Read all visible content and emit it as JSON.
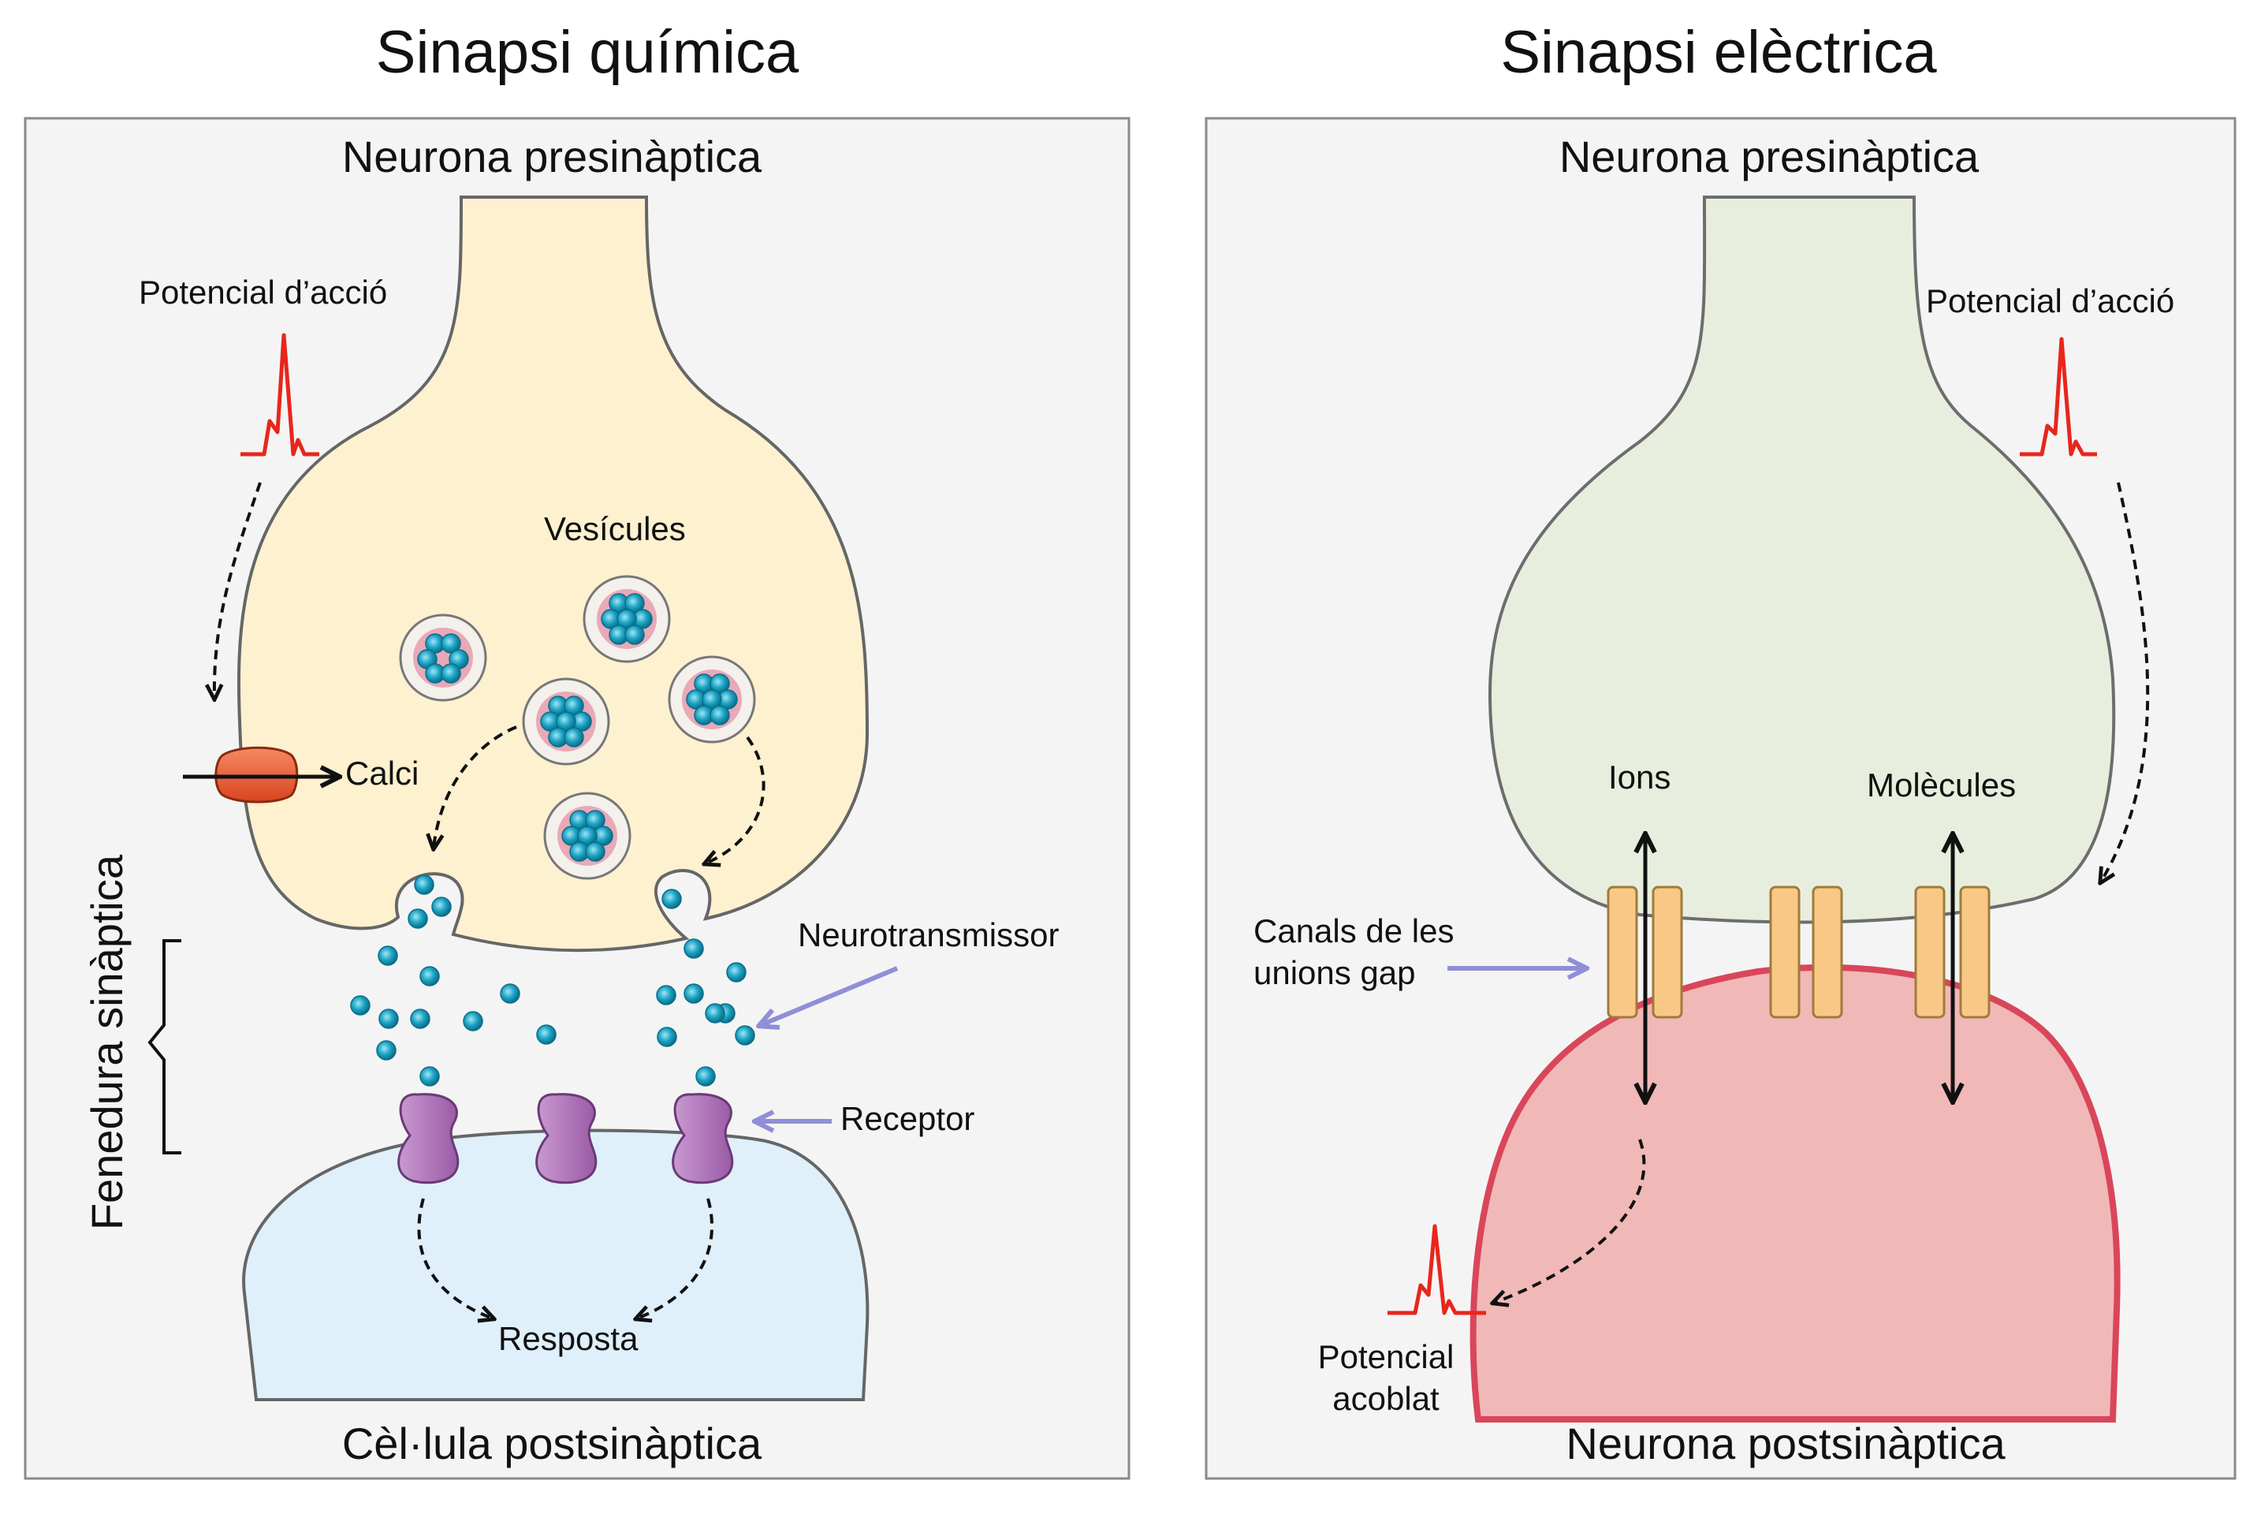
{
  "chemical": {
    "title": "Sinapsi química",
    "presynaptic": "Neurona presinàptica",
    "postsynaptic": "Cèl·lula postsinàptica",
    "action_potential": "Potencial d’acció",
    "vesicles": "Vesícules",
    "calcium": "Calci",
    "cleft": "Fenedura sinàptica",
    "neurotransmitter": "Neurotransmissor",
    "receptor": "Receptor",
    "response": "Resposta"
  },
  "electrical": {
    "title": "Sinapsi elèctrica",
    "presynaptic": "Neurona presinàptica",
    "postsynaptic": "Neurona postsinàptica",
    "action_potential": "Potencial d’acció",
    "ions": "Ions",
    "molecules": "Molècules",
    "gap_channels_line1": "Canals de les",
    "gap_channels_line2": "unions gap",
    "coupled_line1": "Potencial",
    "coupled_line2": "acoblat"
  },
  "colors": {
    "panel_bg": "#f4f4f4",
    "presynaptic_chemical": "#fdf1d0",
    "postsynaptic_chemical": "#dff0fa",
    "presynaptic_electrical": "#e8eedd",
    "postsynaptic_electrical": "#f1b8b8",
    "vesicle_pink": "#e8a9b8",
    "molecule_teal": "#1ca3c4",
    "receptor_purple": "#b37cbc",
    "channel_orange": "#f9c887",
    "spike_red": "#e8261c",
    "pointer_lavender": "#8f8fd8"
  }
}
